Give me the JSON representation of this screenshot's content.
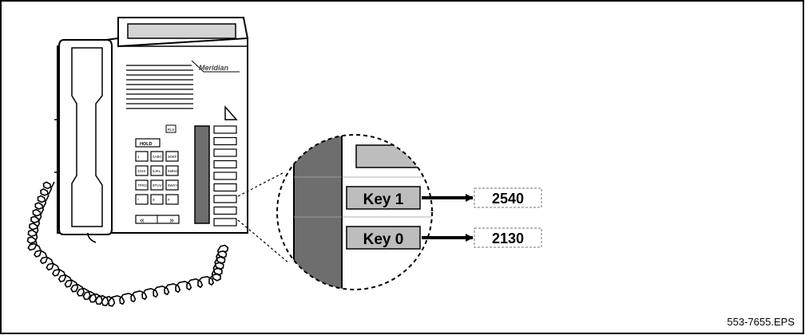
{
  "phone": {
    "brand_label": "Meridian",
    "hold_label": "HOLD",
    "rls_label": "RLS",
    "dialpad": [
      [
        "1",
        "2ABC",
        "3DEF"
      ],
      [
        "4GHI",
        "5JKL",
        "6MNO"
      ],
      [
        "7PRS",
        "8TUV",
        "9WXY"
      ],
      [
        "*",
        "0",
        "#"
      ]
    ],
    "volume_down_glyph": "«",
    "volume_up_glyph": "»"
  },
  "callout": {
    "keys": [
      {
        "label": "Key 1",
        "number": "2540"
      },
      {
        "label": "Key 0",
        "number": "2130"
      }
    ]
  },
  "figure_id": "553-7655.EPS"
}
